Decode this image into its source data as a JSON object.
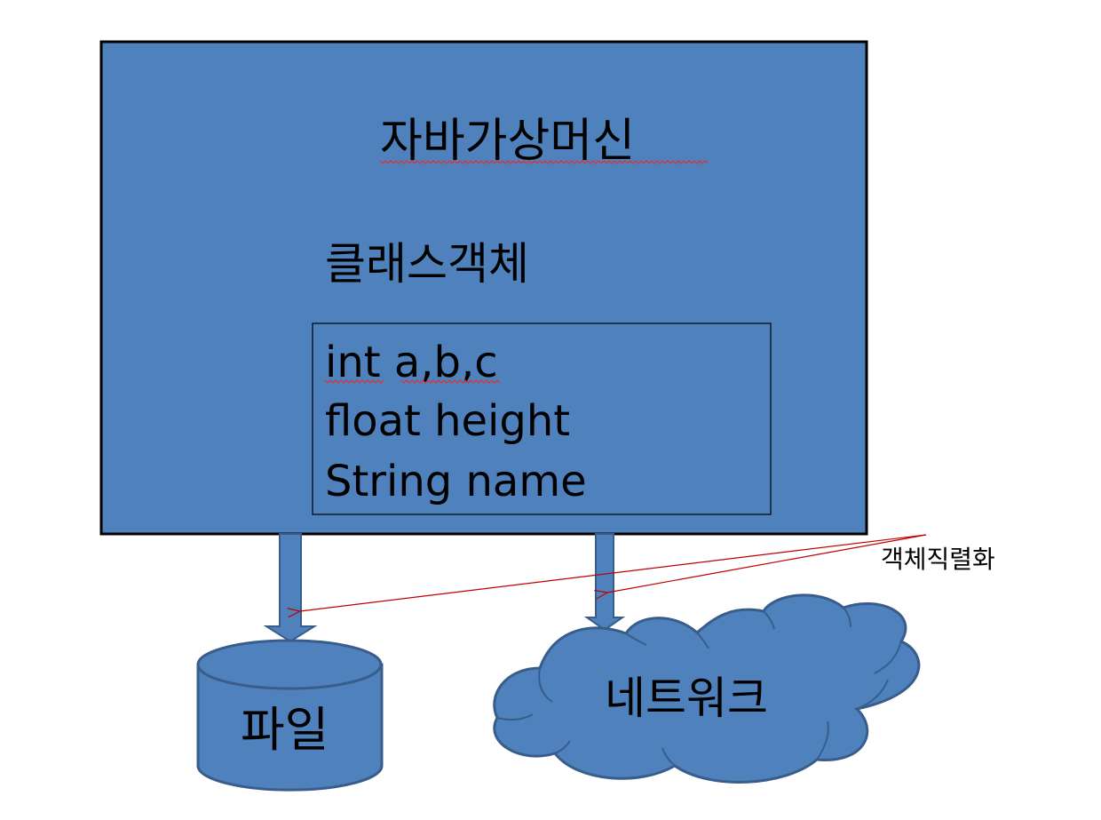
{
  "jvm": {
    "title": "자바가상머신"
  },
  "class_object": {
    "title": "클래스객체",
    "fields": [
      "int a,b,c",
      "float height",
      "String name"
    ]
  },
  "file": {
    "label": "파일"
  },
  "network": {
    "label": "네트워크"
  },
  "serialization": {
    "label": "객체직렬화"
  },
  "colors": {
    "fill": "#4f81bd",
    "outline": "#385d8a",
    "frame": "#000000",
    "annotation_line": "#c00000",
    "spellcheck": "#e03030"
  }
}
